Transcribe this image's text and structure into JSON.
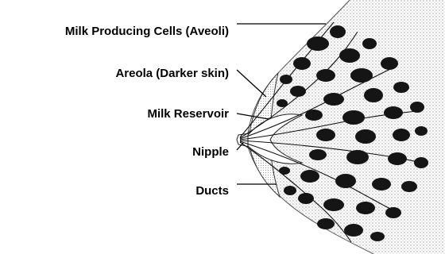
{
  "labels": {
    "alveoli": "Milk Producing Cells (Aveoli)",
    "areola": "Areola (Darker skin)",
    "reservoir": "Milk Reservoir",
    "nipple": "Nipple",
    "ducts": "Ducts"
  },
  "colors": {
    "ink": "#000000",
    "skin_stipple": "#b0b0b0",
    "gland": "#1a1a1a",
    "background": "#ffffff"
  }
}
